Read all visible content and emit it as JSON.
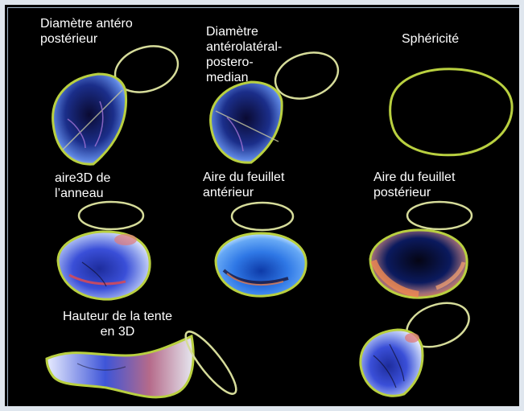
{
  "colors": {
    "background": "#000000",
    "annulus_outline": "#b9d040",
    "saddle_ring": "#d6dc9a",
    "surface_blue": "#2f6be0",
    "surface_red": "#e27a4e"
  },
  "labels": {
    "ap_diameter": "Diamètre antéro\npostérieur",
    "al_pm_diameter": "Diamètre\nantérolatéral-\npostero-\nmedian",
    "sphericity": "Sphéricité",
    "annulus_area": "aire3D de\nl’anneau",
    "anterior_leaflet_area": "Aire du feuillet\nantérieur",
    "posterior_leaflet_area": "Aire du feuillet\npostérieur",
    "tenting_height": "Hauteur de la tente\nen 3D"
  }
}
